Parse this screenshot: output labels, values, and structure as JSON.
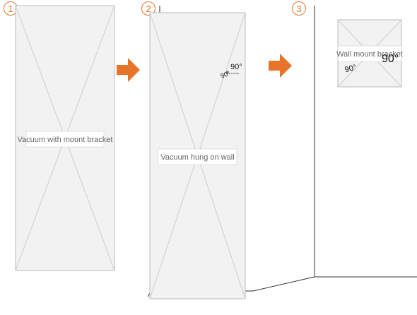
{
  "steps": [
    "1",
    "2",
    "3"
  ],
  "angle_labels": {
    "step2_vertical": "90°",
    "step2_horizontal": "90°",
    "step3_vertical": "90°",
    "step3_horizontal": "90°"
  },
  "colors": {
    "accent": "#e8742a",
    "line": "#333333",
    "light": "#9a9a9a"
  },
  "image_placeholders": {
    "step1": "Vacuum with mount bracket",
    "step2": "Vacuum hung on wall",
    "step3": "Wall mount bracket"
  }
}
